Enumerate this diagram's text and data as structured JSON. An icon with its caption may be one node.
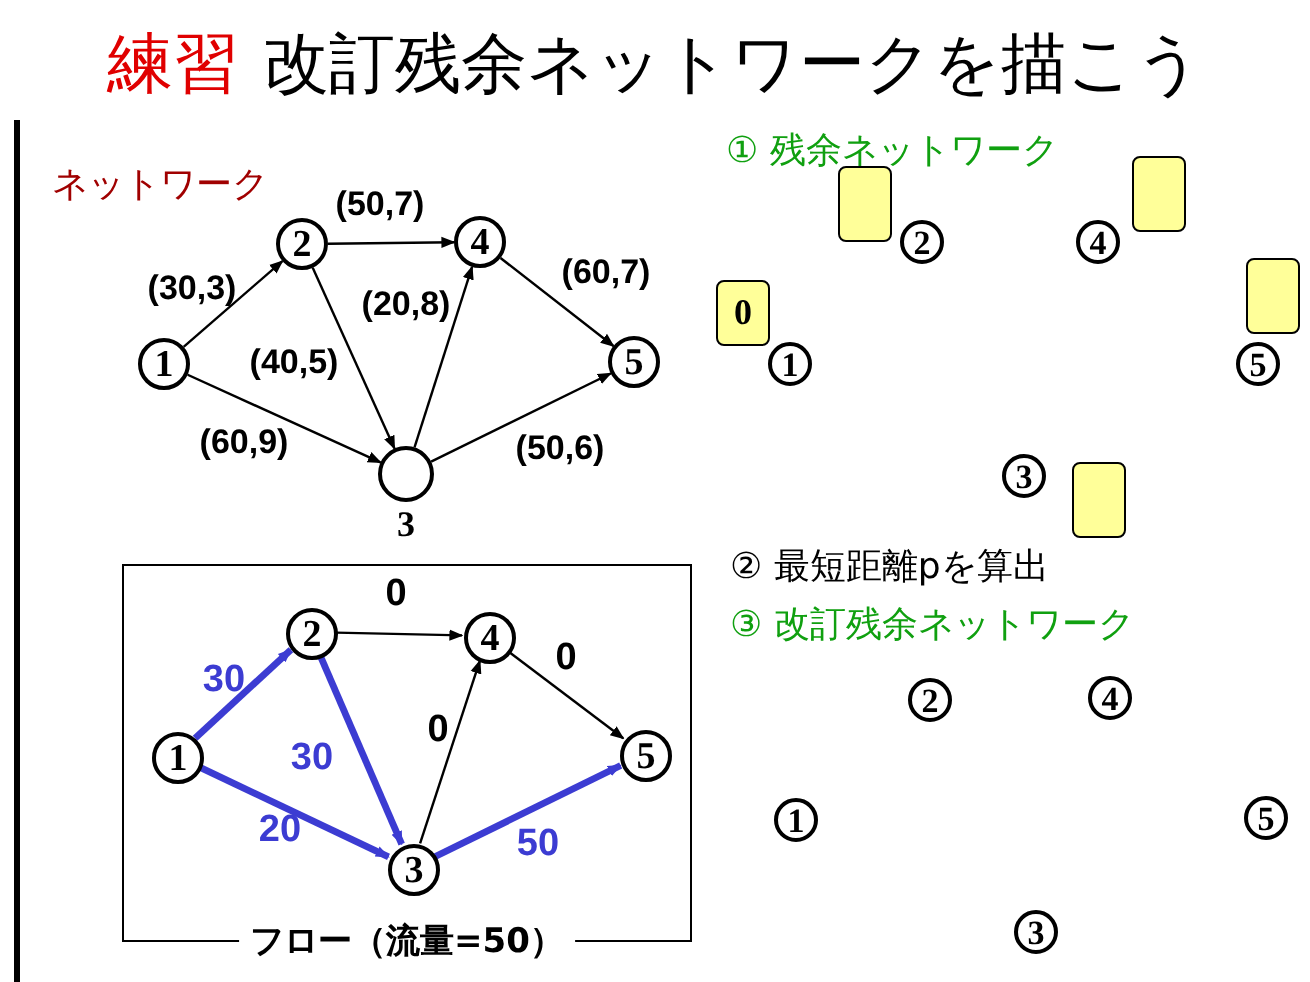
{
  "diagram": {
    "title": "改訂残余ネットワークを描こう",
    "nodes": [
      {
        "text": [
          "1"
        ]
      },
      {
        "text": [
          "2"
        ]
      },
      {
        "text": [
          "4"
        ]
      },
      {
        "text": [
          "5"
        ]
      },
      {
        "text": [
          "3"
        ]
      },
      {
        "text": [
          "0"
        ]
      },
      {
        "text": [
          "1"
        ]
      },
      {
        "text": [],
        "shape": "box"
      },
      {
        "text": [
          "2"
        ]
      },
      {
        "text": [],
        "shape": "box"
      },
      {
        "text": [
          "4"
        ]
      },
      {
        "text": [],
        "shape": "box"
      },
      {
        "text": [
          "5"
        ]
      },
      {
        "text": [
          "3"
        ]
      },
      {
        "text": [],
        "shape": "box"
      },
      {
        "text": [
          "フロー（流量=50）"
        ]
      },
      {
        "text": [
          "1"
        ],
        "in": 15
      },
      {
        "text": [
          "2"
        ],
        "in": 15
      },
      {
        "text": [
          "4"
        ],
        "in": 15
      },
      {
        "text": [
          "5"
        ],
        "in": 15
      },
      {
        "text": [
          "3"
        ],
        "in": 15
      },
      {
        "text": [
          "2"
        ]
      },
      {
        "text": [
          "4"
        ]
      },
      {
        "text": [
          "1"
        ]
      },
      {
        "text": [
          "5"
        ]
      },
      {
        "text": [
          "3"
        ]
      }
    ],
    "edges": [
      {
        "from": 0,
        "to": 1,
        "arrow": "to",
        "label": "(30,3)"
      },
      {
        "from": 1,
        "to": 2,
        "arrow": "to",
        "label": "(50,7)"
      },
      {
        "from": 2,
        "to": 3,
        "arrow": "to",
        "label": "(60,7)"
      },
      {
        "from": 4,
        "to": 2,
        "arrow": "to",
        "label": "(20,8)"
      },
      {
        "from": 1,
        "to": 4,
        "arrow": "to",
        "label": "(40,5)"
      },
      {
        "from": 0,
        "to": 4,
        "arrow": "to",
        "label": "(60,9)"
      },
      {
        "from": 4,
        "to": 3,
        "arrow": "to",
        "label": "(50,6)"
      },
      {
        "from": 16,
        "to": 17,
        "arrow": "to",
        "label": "30",
        "style": "thick",
        "color": "#3c3cd2"
      },
      {
        "from": 17,
        "to": 18,
        "arrow": "to",
        "label": "0"
      },
      {
        "from": 18,
        "to": 19,
        "arrow": "to",
        "label": "0"
      },
      {
        "from": 20,
        "to": 18,
        "arrow": "to",
        "label": "0"
      },
      {
        "from": 17,
        "to": 20,
        "arrow": "to",
        "label": "30",
        "style": "thick",
        "color": "#3c3cd2"
      },
      {
        "from": 16,
        "to": 20,
        "arrow": "to",
        "label": "20",
        "style": "thick",
        "color": "#3c3cd2"
      },
      {
        "from": 20,
        "to": 19,
        "arrow": "to",
        "label": "50",
        "style": "thick",
        "color": "#3c3cd2"
      }
    ],
    "labels": [
      "練習",
      "ネットワーク",
      "① 残余ネットワーク",
      "② 最短距離pを算出",
      "③ 改訂残余ネットワーク"
    ]
  }
}
